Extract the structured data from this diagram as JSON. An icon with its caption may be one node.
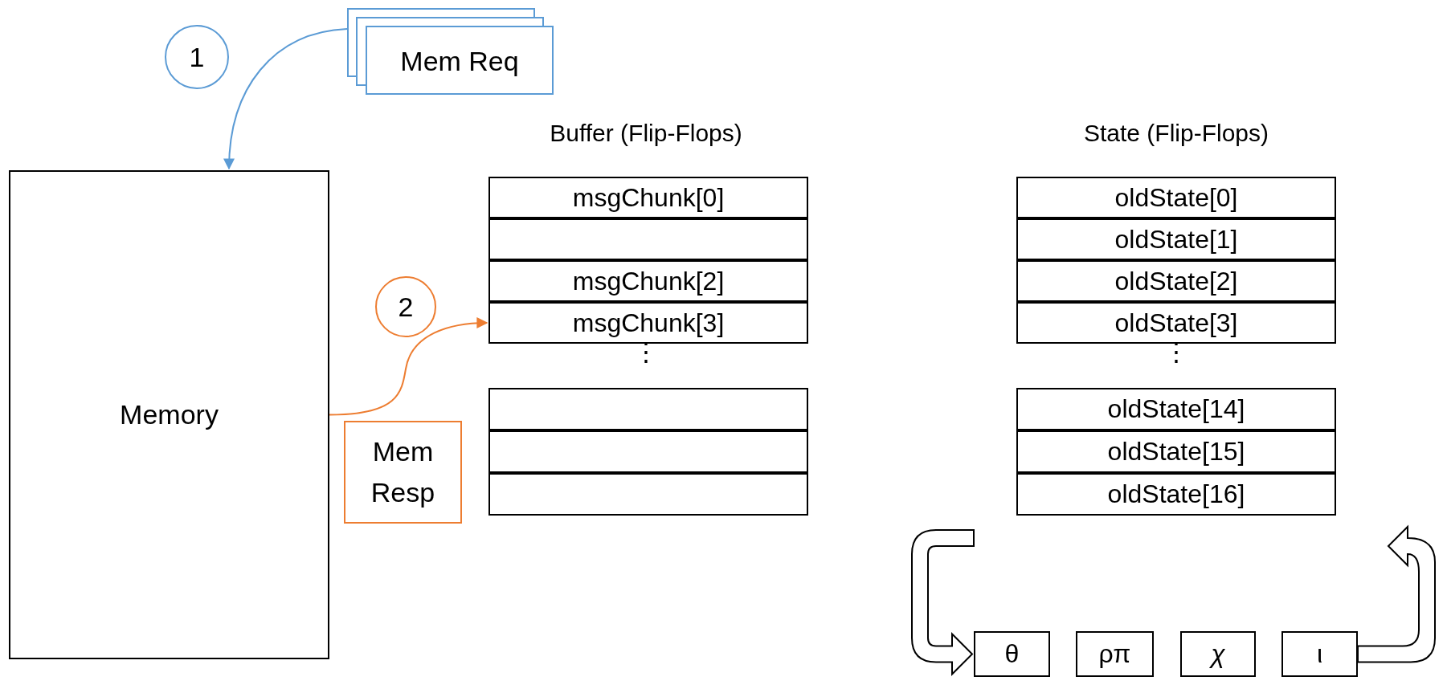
{
  "diagram": {
    "nodes": [
      {
        "text": [
          "1"
        ]
      },
      {
        "text": [
          "Mem Req"
        ]
      },
      {
        "text": [
          "Memory"
        ]
      },
      {
        "text": [
          "2"
        ]
      },
      {
        "text": [
          "msgChunk[0]"
        ]
      },
      {
        "text": [],
        "shape": "box"
      },
      {
        "text": [
          "msgChunk[2]"
        ]
      },
      {
        "text": [
          "msgChunk[3]"
        ]
      },
      {
        "text": [],
        "shape": "box"
      },
      {
        "text": [],
        "shape": "box"
      },
      {
        "text": [],
        "shape": "box"
      },
      {
        "text": [
          "Mem Resp"
        ]
      },
      {
        "text": [
          "oldState[0]"
        ]
      },
      {
        "text": [
          "oldState[1]"
        ]
      },
      {
        "text": [
          "oldState[2]"
        ]
      },
      {
        "text": [
          "oldState[3]"
        ]
      },
      {
        "text": [
          "oldState[14]"
        ]
      },
      {
        "text": [
          "oldState[15]"
        ]
      },
      {
        "text": [
          "oldState[16]"
        ]
      },
      {
        "text": [
          "θ"
        ]
      },
      {
        "text": [
          "ρπ"
        ]
      },
      {
        "text": [
          "χ"
        ]
      },
      {
        "text": [
          "ι"
        ]
      }
    ],
    "edges": [
      {
        "from": 1,
        "to": 2,
        "arrow": "to",
        "color": "#5b9bd5"
      },
      {
        "from": 2,
        "to": 7,
        "arrow": "to",
        "color": "#ed7d31"
      },
      {
        "from": null,
        "to": 19,
        "arrow": "to"
      },
      {
        "from": 22,
        "to": null,
        "arrow": "to"
      }
    ],
    "labels": [
      "Buffer (Flip-Flops)",
      "⋮",
      "State (Flip-Flops)",
      "⋮"
    ]
  }
}
